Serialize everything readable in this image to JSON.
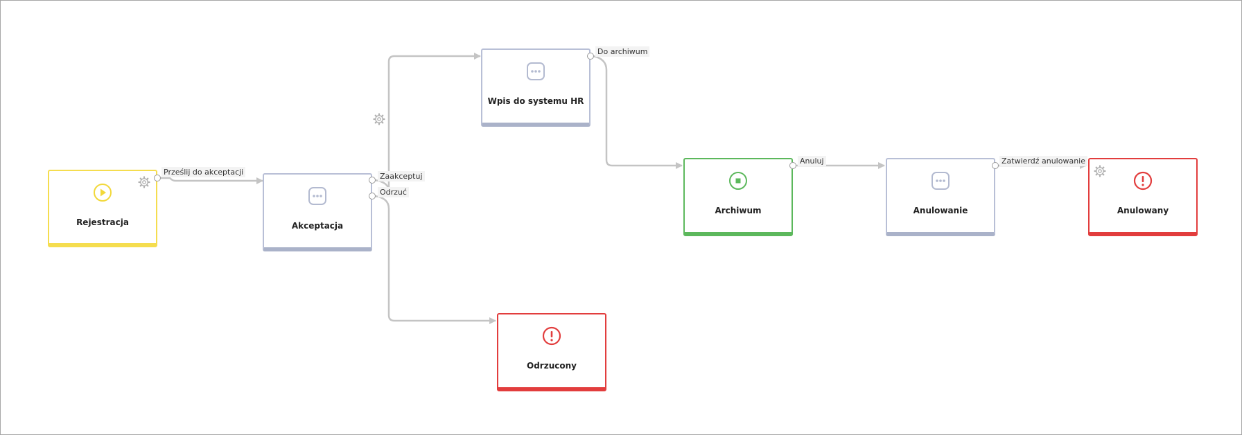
{
  "nodes": {
    "rejestracja": {
      "label": "Rejestracja",
      "kind": "start",
      "icon": "play-icon"
    },
    "akceptacja": {
      "label": "Akceptacja",
      "kind": "task",
      "icon": "more-icon"
    },
    "wpis": {
      "label": "Wpis do systemu HR",
      "kind": "task",
      "icon": "more-icon"
    },
    "odrzucony": {
      "label": "Odrzucony",
      "kind": "error",
      "icon": "alert-icon"
    },
    "archiwum": {
      "label": "Archiwum",
      "kind": "done",
      "icon": "stop-icon"
    },
    "anulowanie": {
      "label": "Anulowanie",
      "kind": "task",
      "icon": "more-icon"
    },
    "anulowany": {
      "label": "Anulowany",
      "kind": "error",
      "icon": "alert-icon"
    }
  },
  "transitions": {
    "przeslij": "Prześlij do akceptacji",
    "zaakceptuj": "Zaakceptuj",
    "odrzuc": "Odrzuć",
    "do_archiwum": "Do archiwum",
    "anuluj": "Anuluj",
    "zatwierdz": "Zatwierdź anulowanie"
  },
  "colors": {
    "start": "#f5dd4f",
    "task": "#b8bfd6",
    "done": "#5cb85c",
    "error": "#e23d3d",
    "connector": "#c4c4c4",
    "gear": "#b0b0b0"
  }
}
